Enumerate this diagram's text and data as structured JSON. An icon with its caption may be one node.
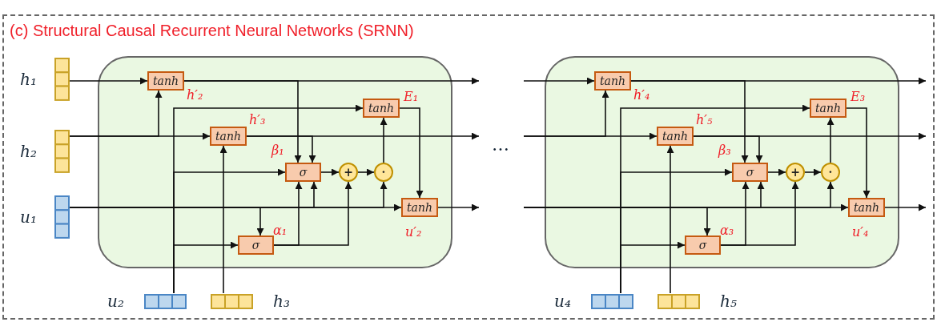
{
  "diagram": {
    "title": "(c) Structural Causal Recurrent Neural Networks (SRNN)",
    "nodes": [
      {
        "text": [],
        "shape": "box"
      },
      {
        "text": [
          "h₁"
        ]
      },
      {
        "text": [
          "h₂"
        ]
      },
      {
        "text": [
          "u₁"
        ]
      },
      {
        "text": [
          "tanh"
        ],
        "in": 0,
        "beside": [
          "h′₂"
        ]
      },
      {
        "text": [
          "tanh"
        ],
        "in": 0,
        "beside": [
          "h′₃"
        ]
      },
      {
        "text": [
          "tanh"
        ],
        "in": 0,
        "beside": [
          "E₁"
        ]
      },
      {
        "text": [
          "σ"
        ],
        "in": 0,
        "beside": [
          "β₁"
        ]
      },
      {
        "text": [
          "+"
        ],
        "in": 0
      },
      {
        "text": [
          "·"
        ],
        "in": 0
      },
      {
        "text": [
          "tanh"
        ],
        "in": 0,
        "beside": [
          "u′₂"
        ]
      },
      {
        "text": [
          "σ"
        ],
        "in": 0,
        "beside": [
          "α₁"
        ]
      },
      {
        "text": [
          "u₂"
        ]
      },
      {
        "text": [
          "h₃"
        ]
      },
      {
        "text": [],
        "shape": "box"
      },
      {
        "text": [
          "tanh"
        ],
        "in": 14,
        "beside": [
          "h′₄"
        ]
      },
      {
        "text": [
          "tanh"
        ],
        "in": 14,
        "beside": [
          "h′₅"
        ]
      },
      {
        "text": [
          "tanh"
        ],
        "in": 14,
        "beside": [
          "E₃"
        ]
      },
      {
        "text": [
          "σ"
        ],
        "in": 14,
        "beside": [
          "β₃"
        ]
      },
      {
        "text": [
          "+"
        ],
        "in": 14
      },
      {
        "text": [
          "·"
        ],
        "in": 14
      },
      {
        "text": [
          "tanh"
        ],
        "in": 14,
        "beside": [
          "u′₄"
        ]
      },
      {
        "text": [
          "σ"
        ],
        "in": 14,
        "beside": [
          "α₃"
        ]
      },
      {
        "text": [
          "u₄"
        ]
      },
      {
        "text": [
          "h₅"
        ]
      }
    ],
    "edges": [
      {
        "from": 1,
        "to": 4,
        "arrow": "to"
      },
      {
        "from": 2,
        "to": 4,
        "arrow": "to"
      },
      {
        "from": 2,
        "to": 5,
        "arrow": "to"
      },
      {
        "from": 13,
        "to": 5,
        "arrow": "to"
      },
      {
        "from": 4,
        "to": 7,
        "arrow": "to"
      },
      {
        "from": 4,
        "to": null,
        "arrow": "to"
      },
      {
        "from": 5,
        "to": 7,
        "arrow": "to"
      },
      {
        "from": 5,
        "to": null,
        "arrow": "to"
      },
      {
        "from": 12,
        "to": 6,
        "arrow": "to"
      },
      {
        "from": 12,
        "to": 7,
        "arrow": "to"
      },
      {
        "from": 12,
        "to": 11,
        "arrow": "to"
      },
      {
        "from": 3,
        "to": 11,
        "arrow": "to"
      },
      {
        "from": 3,
        "to": 7,
        "arrow": "to"
      },
      {
        "from": 3,
        "to": 9,
        "arrow": "to"
      },
      {
        "from": 3,
        "to": 10,
        "arrow": "to"
      },
      {
        "from": 11,
        "to": 7,
        "arrow": "to"
      },
      {
        "from": 11,
        "to": 8,
        "arrow": "to"
      },
      {
        "from": 7,
        "to": 8,
        "arrow": "to"
      },
      {
        "from": 8,
        "to": 9,
        "arrow": "to"
      },
      {
        "from": 9,
        "to": 6,
        "arrow": "to"
      },
      {
        "from": 6,
        "to": 10,
        "arrow": "to"
      },
      {
        "from": 10,
        "to": null,
        "arrow": "to"
      },
      {
        "from": null,
        "to": 15,
        "arrow": "to"
      },
      {
        "from": null,
        "to": 15,
        "arrow": "to"
      },
      {
        "from": null,
        "to": 16,
        "arrow": "to"
      },
      {
        "from": 24,
        "to": 16,
        "arrow": "to"
      },
      {
        "from": 15,
        "to": 18,
        "arrow": "to"
      },
      {
        "from": 15,
        "to": null,
        "arrow": "to"
      },
      {
        "from": 16,
        "to": 18,
        "arrow": "to"
      },
      {
        "from": 16,
        "to": null,
        "arrow": "to"
      },
      {
        "from": 23,
        "to": 17,
        "arrow": "to"
      },
      {
        "from": 23,
        "to": 18,
        "arrow": "to"
      },
      {
        "from": 23,
        "to": 22,
        "arrow": "to"
      },
      {
        "from": null,
        "to": 22,
        "arrow": "to"
      },
      {
        "from": null,
        "to": 18,
        "arrow": "to"
      },
      {
        "from": null,
        "to": 20,
        "arrow": "to"
      },
      {
        "from": null,
        "to": 21,
        "arrow": "to"
      },
      {
        "from": 22,
        "to": 18,
        "arrow": "to"
      },
      {
        "from": 22,
        "to": 19,
        "arrow": "to"
      },
      {
        "from": 18,
        "to": 19,
        "arrow": "to"
      },
      {
        "from": 19,
        "to": 20,
        "arrow": "to"
      },
      {
        "from": 20,
        "to": 17,
        "arrow": "to"
      },
      {
        "from": 17,
        "to": 21,
        "arrow": "to"
      },
      {
        "from": 21,
        "to": null,
        "arrow": "to"
      }
    ],
    "labels": [
      "…"
    ]
  }
}
